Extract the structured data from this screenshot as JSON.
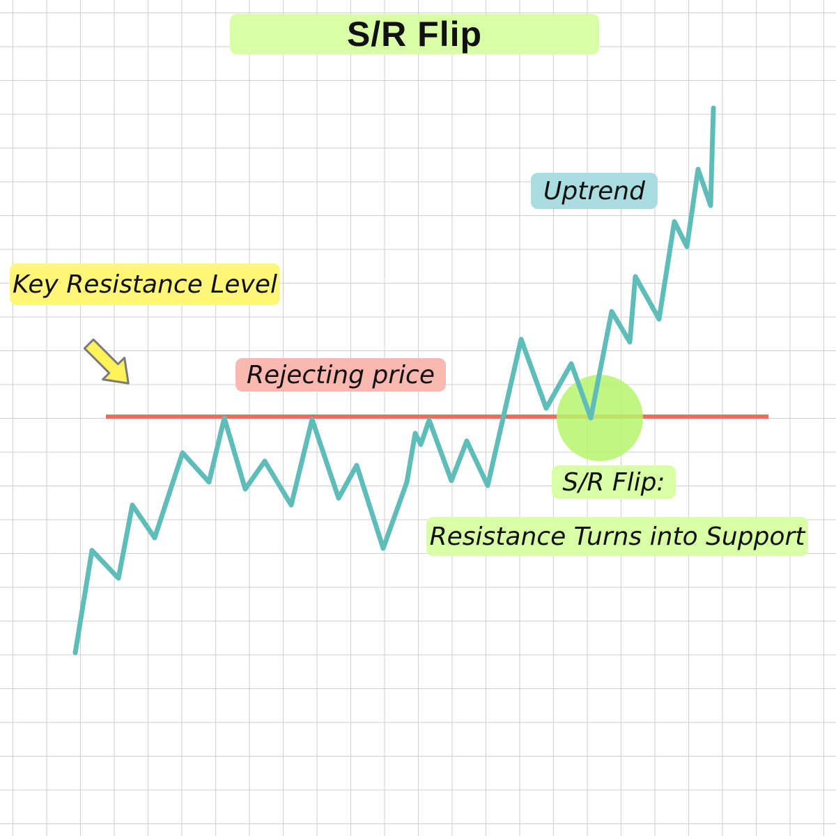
{
  "title": "S/R Flip",
  "annotations": {
    "key_resistance": "Key Resistance Level",
    "rejecting_price": "Rejecting price",
    "uptrend": "Uptrend",
    "flip_label": "S/R Flip:",
    "flip_explanation": "Resistance Turns into Support"
  },
  "colors": {
    "title_highlight": "#d9ffa6",
    "key_highlight": "#fff67a",
    "rejecting_highlight": "#fbb8b0",
    "uptrend_highlight": "#a9dde0",
    "flip_highlight": "#d9ffa6",
    "resistance_line": "#f26b5e",
    "price_line": "#5fbdb9",
    "flip_circle": "#b7f56c",
    "arrow_fill": "#fff15a",
    "arrow_stroke": "#7a7a7a"
  },
  "icons": [
    "down-right-arrow-icon"
  ]
}
